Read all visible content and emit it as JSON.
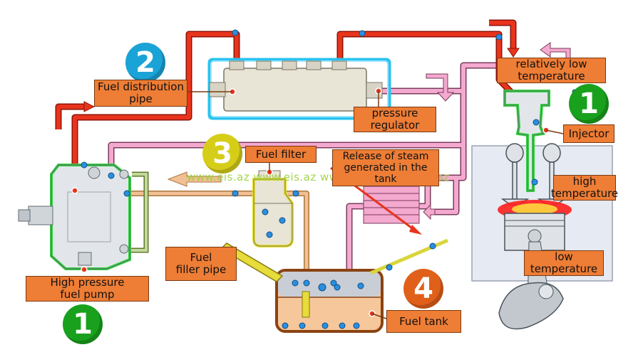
{
  "labels": {
    "fuel_distribution_pipe": "Fuel distribution\npipe",
    "pressure_regulator": "pressure\nregulator",
    "fuel_filter": "Fuel filter",
    "release_of_steam": "Release of steam\ngenerated in the\ntank",
    "relatively_low_temperature": "relatively low\ntemperature",
    "injector": "Injector",
    "high_temperature": "high\ntemperature",
    "low_temperature": "low\ntemperature",
    "fuel_filler_pipe": "Fuel\nfiller pipe",
    "high_pressure_fuel_pump": "High pressure\nfuel pump",
    "fuel_tank": "Fuel tank"
  },
  "badges": {
    "badge_2": "2",
    "badge_3": "3",
    "badge_4": "4",
    "badge_1_top": "1",
    "badge_1_bottom": "1"
  },
  "watermark": "www.eis.az www.eis.az www.eis.az www.eis.az",
  "colors": {
    "high_pressure_line": "#e8341c",
    "return_line": "#f4a9cf",
    "low_pressure_line": "#f2b98a",
    "label_fill": "#ee7d35",
    "badge_blue": "#1aa3d6",
    "badge_yellow": "#d6cd19",
    "badge_orange": "#e0601a",
    "badge_green": "#19a11d"
  }
}
